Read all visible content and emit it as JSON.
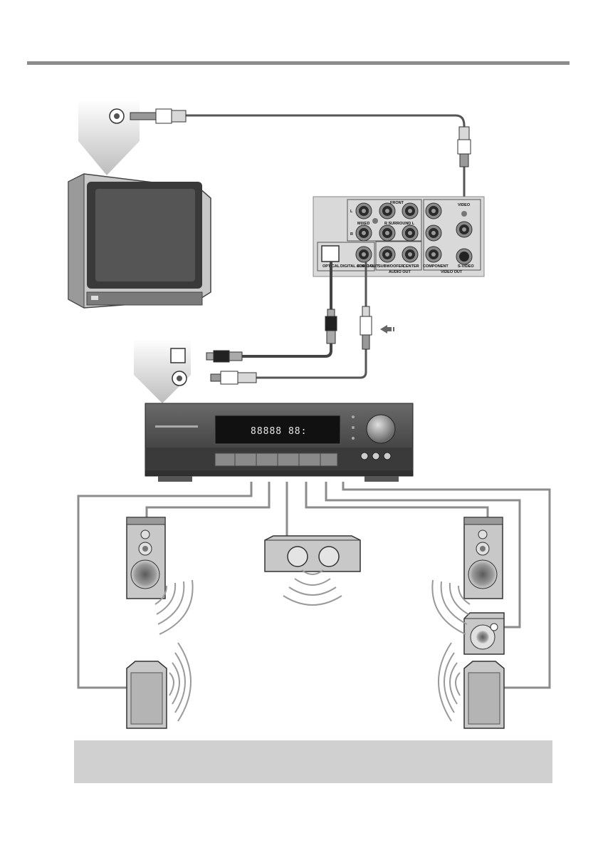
{
  "panel": {
    "jack_labels": {
      "front": "FRONT",
      "l": "L",
      "r": "R",
      "mixed": "MIXED",
      "surround": "R SURROUND L",
      "video": "VIDEO",
      "optical": "OPTICAL",
      "digital_audio_out": "DIGITAL AUDIO OUT",
      "coaxial": "COAXIAL",
      "subwoofer": "SUBWOOFER",
      "center": "CENTER",
      "audio_out": "AUDIO OUT",
      "component": "COMPONENT",
      "s_video": "S-VIDEO",
      "video_out": "VIDEO OUT"
    }
  },
  "receiver": {
    "display_text": "88888 88:"
  },
  "colors": {
    "rule": "#8c8c8c",
    "wire": "#7a7a7a",
    "device": "#4a4a4a",
    "note_box": "#d0d0d0"
  }
}
